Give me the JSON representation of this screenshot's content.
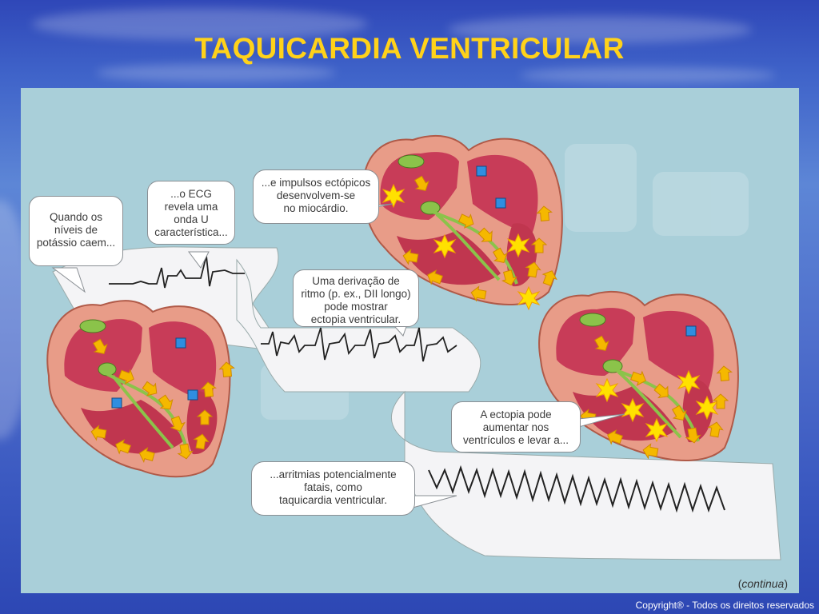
{
  "title": "TAQUICARDIA VENTRICULAR",
  "callouts": {
    "potassio": "Quando os\nníveis de\npotássio caem...",
    "ecg": "...o ECG\nrevela uma\nonda U\ncaracterística...",
    "impulsos": "...e impulsos ectópicos\ndesenvolvem-se\nno miocárdio.",
    "derivacao": "Uma derivação de\nritmo (p. ex., DII longo)\npode mostrar\nectopia ventricular.",
    "ectopia": "A ectopia pode\naumentar nos\nventrículos e levar a...",
    "arritmias": "...arritmias potencialmente\nfatais, como\ntaquicardia ventricular."
  },
  "continua_open": "(",
  "continua_word": "continua",
  "continua_close": ")",
  "copyright": "Copyright® - Todos os direitos reservados",
  "colors": {
    "title": "#ffd21a",
    "panel": "#a9cfd9",
    "heart_outer": "#e89c88",
    "heart_inner": "#c83c58",
    "arrow": "#f5b800",
    "conduction": "#8bc34a",
    "marker": "#2f8ee0"
  }
}
